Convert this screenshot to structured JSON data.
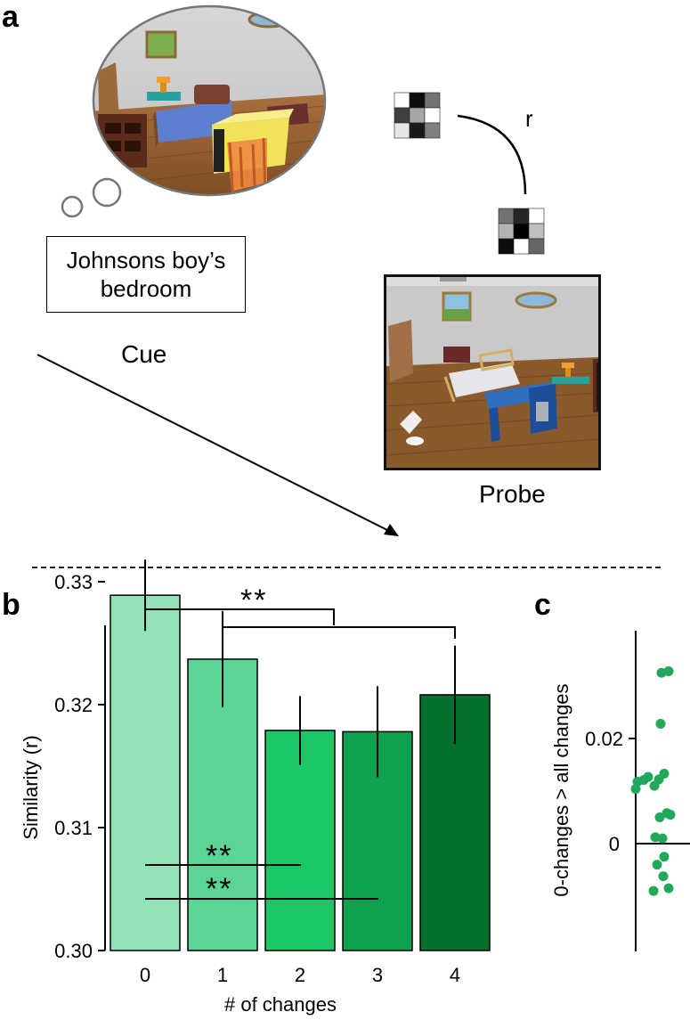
{
  "panels": {
    "a": {
      "letter": "a",
      "cue_text_line1": "Johnsons boy’s",
      "cue_text_line2": "bedroom",
      "cue_label": "Cue",
      "probe_label": "Probe",
      "correlation_label": "r",
      "pattern_top": [
        [
          0,
          0.95,
          0.55
        ],
        [
          0.75,
          0.35,
          0
        ],
        [
          0.1,
          0.9,
          0.5
        ]
      ],
      "pattern_bottom": [
        [
          0.55,
          0.85,
          0
        ],
        [
          0.3,
          1,
          0.25
        ],
        [
          0.95,
          0,
          0.6
        ]
      ]
    },
    "b": {
      "letter": "b",
      "sig_top": "**",
      "sig_low1": "**",
      "sig_low2": "**"
    },
    "c": {
      "letter": "c"
    }
  },
  "chart_data": [
    {
      "type": "bar",
      "panel": "b",
      "categories": [
        "0",
        "1",
        "2",
        "3",
        "4"
      ],
      "values": [
        0.3289,
        0.3237,
        0.3179,
        0.3178,
        0.3208
      ],
      "errors": [
        0.0029,
        0.0039,
        0.0028,
        0.0037,
        0.004
      ],
      "colors": [
        "#93e3b9",
        "#5bd595",
        "#1cc866",
        "#0ea24f",
        "#06702f"
      ],
      "xlabel": "# of changes",
      "ylabel": "Similarity (r)",
      "ylim": [
        0.3,
        0.334
      ],
      "yticks": [
        "0.30",
        "0.31",
        "0.32",
        "0.33"
      ],
      "ytick_values": [
        0.3,
        0.31,
        0.32,
        0.33
      ]
    },
    {
      "type": "scatter",
      "panel": "c",
      "ylabel": "0-changes > all changes",
      "ylim": [
        -0.012,
        0.034
      ],
      "yticks": [
        "0",
        "0.02"
      ],
      "ytick_values": [
        0,
        0.02
      ],
      "color": "#21a85a",
      "points": [
        {
          "x": 0.55,
          "y": 0.0325
        },
        {
          "x": 0.95,
          "y": 0.0328
        },
        {
          "x": 0.5,
          "y": 0.0228
        },
        {
          "x": -0.8,
          "y": 0.0118
        },
        {
          "x": -0.9,
          "y": 0.0104
        },
        {
          "x": -0.45,
          "y": 0.0121
        },
        {
          "x": -0.2,
          "y": 0.0127
        },
        {
          "x": 0.4,
          "y": 0.0122
        },
        {
          "x": 0.7,
          "y": 0.0133
        },
        {
          "x": 0.15,
          "y": 0.011
        },
        {
          "x": 0.45,
          "y": 0.005
        },
        {
          "x": 0.85,
          "y": 0.0058
        },
        {
          "x": 1.05,
          "y": 0.0055
        },
        {
          "x": 0.2,
          "y": 0.0012
        },
        {
          "x": 0.6,
          "y": 0.001
        },
        {
          "x": 0.7,
          "y": -0.0025
        },
        {
          "x": 0.3,
          "y": -0.004
        },
        {
          "x": 0.65,
          "y": -0.0062
        },
        {
          "x": 0.95,
          "y": -0.0085
        },
        {
          "x": 0.1,
          "y": -0.009
        }
      ]
    }
  ]
}
